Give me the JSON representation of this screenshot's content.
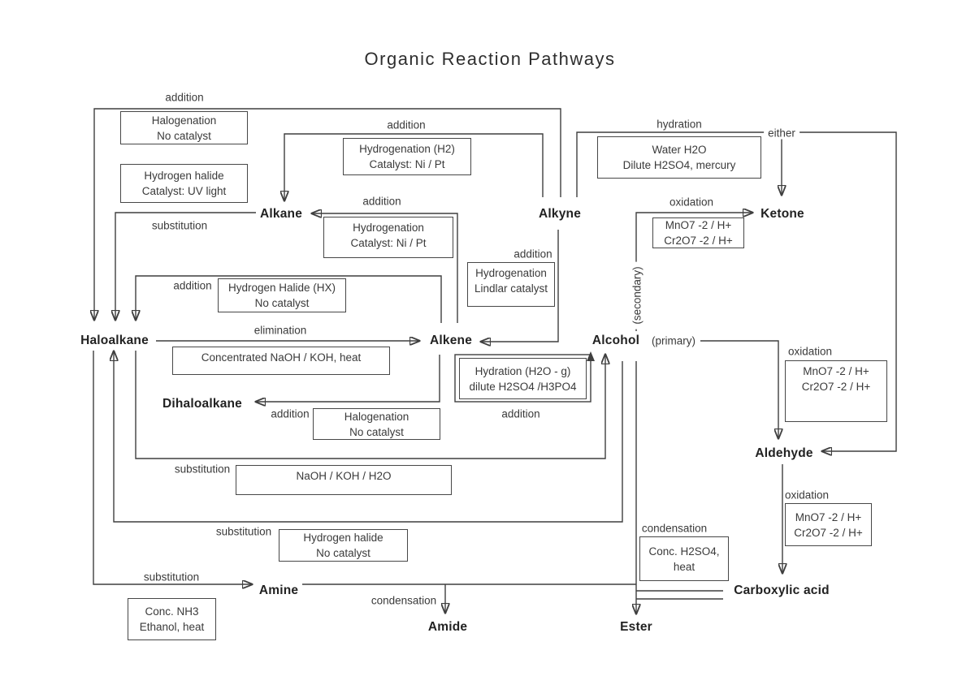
{
  "title": "Organic Reaction Pathways",
  "colors": {
    "ink": "#3a3a3a",
    "node_ink": "#222222",
    "background": "#ffffff"
  },
  "nodes": {
    "alkane": "Alkane",
    "alkyne": "Alkyne",
    "ketone": "Ketone",
    "haloalkane": "Haloalkane",
    "alkene": "Alkene",
    "alcohol": "Alcohol",
    "dihaloalkane": "Dihaloalkane",
    "aldehyde": "Aldehyde",
    "carboxylic_acid": "Carboxylic acid",
    "amine": "Amine",
    "amide": "Amide",
    "ester": "Ester"
  },
  "qualifiers": {
    "primary": "(primary)",
    "secondary": "(secondary)"
  },
  "edge_labels": {
    "alkyne_to_haloalkane": "addition",
    "alkyne_to_alkane": "addition",
    "alkyne_hydration": "hydration",
    "either": "either",
    "alkene_to_alkane": "addition",
    "alcohol_to_ketone_ox": "oxidation",
    "alkane_to_haloalkane": "substitution",
    "alkyne_to_alkene": "addition",
    "alkene_to_haloalkane": "addition",
    "haloalkane_to_alkene": "elimination",
    "alcohol_to_aldehyde_ox": "oxidation",
    "alkene_to_dihaloalkane": "addition",
    "alkene_to_alcohol": "addition",
    "haloalkane_to_alcohol": "substitution",
    "aldehyde_to_carboxylic_ox": "oxidation",
    "alcohol_to_haloalkane": "substitution",
    "alcohol_to_ester": "condensation",
    "haloalkane_to_amine": "substitution",
    "amine_to_amide": "condensation"
  },
  "reagent_boxes": {
    "halogenation_nc_top": [
      "Halogenation",
      "No catalyst"
    ],
    "hydrogen_halide_uv": [
      "Hydrogen halide",
      "Catalyst: UV light"
    ],
    "hydrogenation_h2": [
      "Hydrogenation (H2)",
      "Catalyst: Ni / Pt"
    ],
    "water_h2o": [
      "Water H2O",
      "Dilute H2SO4, mercury"
    ],
    "hydrogenation_nipt": [
      "Hydrogenation",
      "Catalyst: Ni / Pt"
    ],
    "oxidant_ketone": [
      "MnO7 -2 / H+",
      "Cr2O7 -2 / H+"
    ],
    "hydrogenation_lindlar": [
      "Hydrogenation",
      "Lindlar catalyst"
    ],
    "hydrogen_halide_hx": [
      "Hydrogen Halide (HX)",
      "No catalyst"
    ],
    "conc_naoh_koh": [
      "Concentrated NaOH / KOH, heat"
    ],
    "hydration_h2o": [
      "Hydration (H2O - g)",
      "dilute H2SO4 /H3PO4"
    ],
    "oxidant_primary": [
      "MnO7 -2 / H+",
      "Cr2O7 -2 / H+"
    ],
    "halogenation_nc_dihalo": [
      "Halogenation",
      "No catalyst"
    ],
    "naoh_koh_h2o": [
      "NaOH / KOH / H2O"
    ],
    "oxidant_aldehyde": [
      "MnO7 -2 / H+",
      "Cr2O7 -2 / H+"
    ],
    "hydrogen_halide_nc": [
      "Hydrogen halide",
      "No catalyst"
    ],
    "conc_h2so4_heat": [
      "Conc. H2SO4,",
      "heat"
    ],
    "conc_nh3_ethanol": [
      "Conc. NH3",
      "Ethanol, heat"
    ]
  }
}
